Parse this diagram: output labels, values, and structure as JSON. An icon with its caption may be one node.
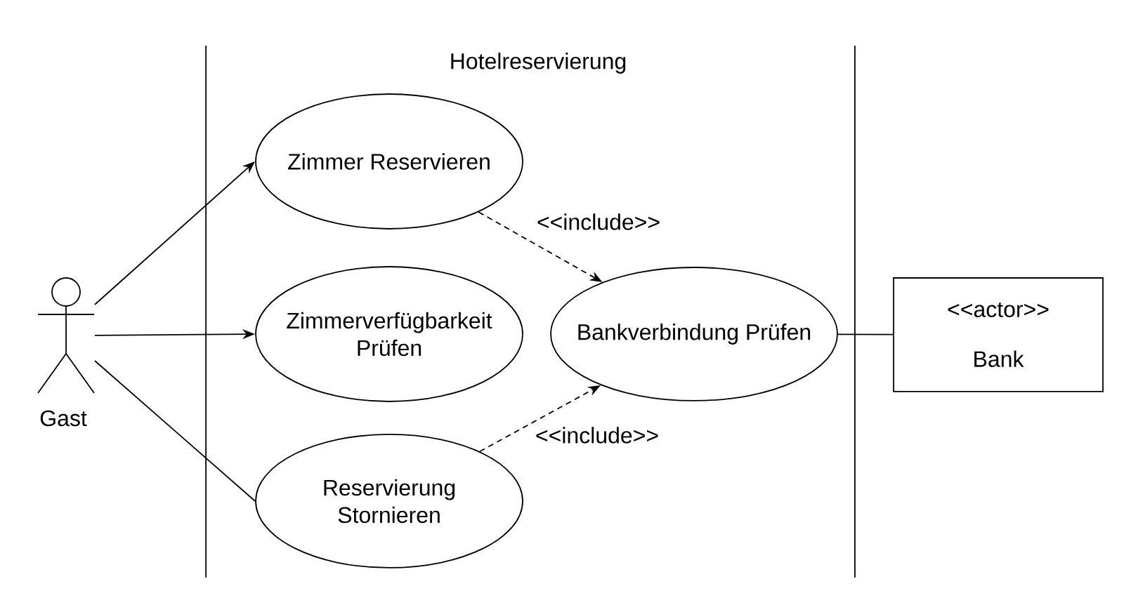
{
  "diagram": {
    "nodes": [
      {
        "text": [
          "Gast"
        ]
      },
      {
        "text": [
          "Hotelreservierung"
        ]
      },
      {
        "text": [
          "Zimmer Reservieren"
        ],
        "in": 1
      },
      {
        "text": [
          "Zimmerverfügbarkeit Prüfen"
        ],
        "in": 1
      },
      {
        "text": [
          "Reservierung Stornieren"
        ],
        "in": 1
      },
      {
        "text": [
          "Bankverbindung Prüfen"
        ],
        "in": 1
      },
      {
        "text": [
          "<<actor>>",
          "Bank"
        ]
      }
    ],
    "edges": [
      {
        "from": 0,
        "to": 2,
        "arrow": "to"
      },
      {
        "from": 0,
        "to": 3,
        "arrow": "to"
      },
      {
        "from": 0,
        "to": 4,
        "arrow": "none"
      },
      {
        "from": 2,
        "to": 5,
        "arrow": "to",
        "label": "<<include>>",
        "style": "dashed"
      },
      {
        "from": 4,
        "to": 5,
        "arrow": "to",
        "label": "<<include>>",
        "style": "dashed"
      },
      {
        "from": 5,
        "to": 6,
        "arrow": "none"
      }
    ]
  }
}
